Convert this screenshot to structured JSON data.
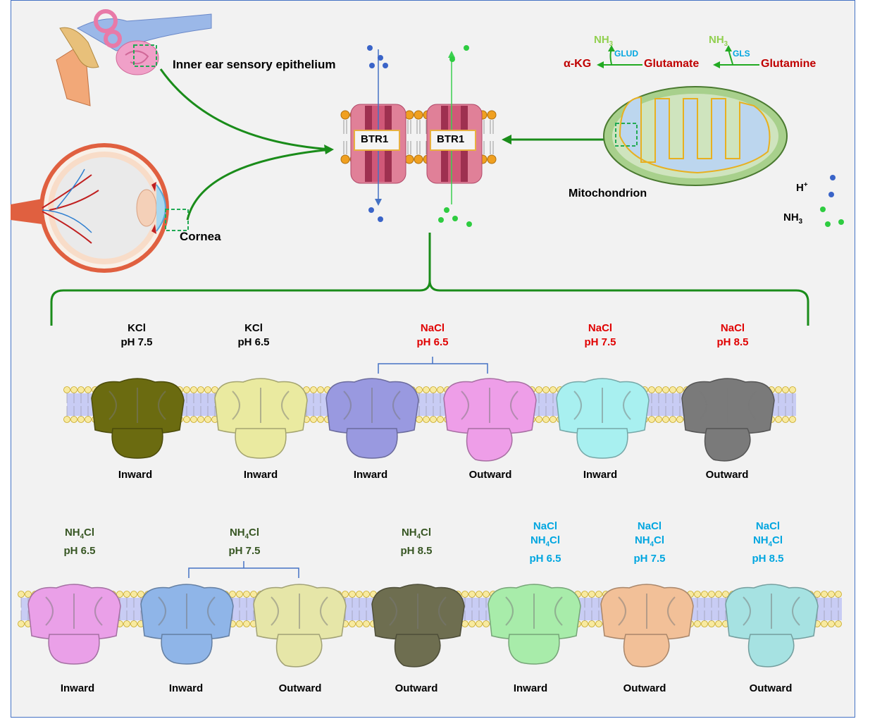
{
  "top": {
    "inner_ear_label": "Inner ear sensory epithelium",
    "cornea_label": "Cornea",
    "mitochondrion_label": "Mitochondrion",
    "transporter_label": "BTR1",
    "metabolism": {
      "akg": "α-KG",
      "glutamate": "Glutamate",
      "glutamine": "Glutamine",
      "enzyme1": "GLUD",
      "enzyme2": "GLS",
      "nh3_base": "NH",
      "nh3_sub": "3"
    },
    "legend": {
      "h_base": "H",
      "h_sup": "+",
      "nh3_base": "NH",
      "nh3_sub": "3"
    }
  },
  "row1": {
    "conditions": [
      {
        "line1": "KCl",
        "line2": "pH 7.5",
        "color": "#000000"
      },
      {
        "line1": "KCl",
        "line2": "pH 6.5",
        "color": "#000000"
      },
      {
        "line1": "NaCl",
        "line2": "pH 6.5",
        "color": "#e00000"
      },
      {
        "line1": "NaCl",
        "line2": "pH 7.5",
        "color": "#e00000"
      },
      {
        "line1": "NaCl",
        "line2": "pH 8.5",
        "color": "#e00000"
      }
    ],
    "states": [
      "Inward",
      "Inward",
      "Inward",
      "Outward",
      "Inward",
      "Outward"
    ],
    "map_colors": [
      "#6b6b10",
      "#eaeaa0",
      "#9999e0",
      "#ee9ee8",
      "#a8f0f0",
      "#7a7a7a"
    ]
  },
  "row2": {
    "conditions": [
      {
        "nacl": "",
        "nh4_base": "NH",
        "nh4_sub": "4",
        "nh4_tail": "Cl",
        "ph": "pH 6.5",
        "color": "#375623"
      },
      {
        "nacl": "",
        "nh4_base": "NH",
        "nh4_sub": "4",
        "nh4_tail": "Cl",
        "ph": "pH 7.5",
        "color": "#375623"
      },
      {
        "nacl": "",
        "nh4_base": "NH",
        "nh4_sub": "4",
        "nh4_tail": "Cl",
        "ph": "pH 8.5",
        "color": "#375623"
      },
      {
        "nacl": "NaCl",
        "nh4_base": "NH",
        "nh4_sub": "4",
        "nh4_tail": "Cl",
        "ph": "pH 6.5",
        "color": "#00a6e0"
      },
      {
        "nacl": "NaCl",
        "nh4_base": "NH",
        "nh4_sub": "4",
        "nh4_tail": "Cl",
        "ph": "pH 7.5",
        "color": "#00a6e0"
      },
      {
        "nacl": "NaCl",
        "nh4_base": "NH",
        "nh4_sub": "4",
        "nh4_tail": "Cl",
        "ph": "pH 8.5",
        "color": "#00a6e0"
      }
    ],
    "states": [
      "Inward",
      "Inward",
      "Outward",
      "Outward",
      "Inward",
      "Outward",
      "Outward"
    ],
    "map_colors": [
      "#eaa0e8",
      "#8fb5e8",
      "#e6e6a8",
      "#6e6e50",
      "#a8ecaa",
      "#f2c098",
      "#a6e2e2"
    ]
  }
}
